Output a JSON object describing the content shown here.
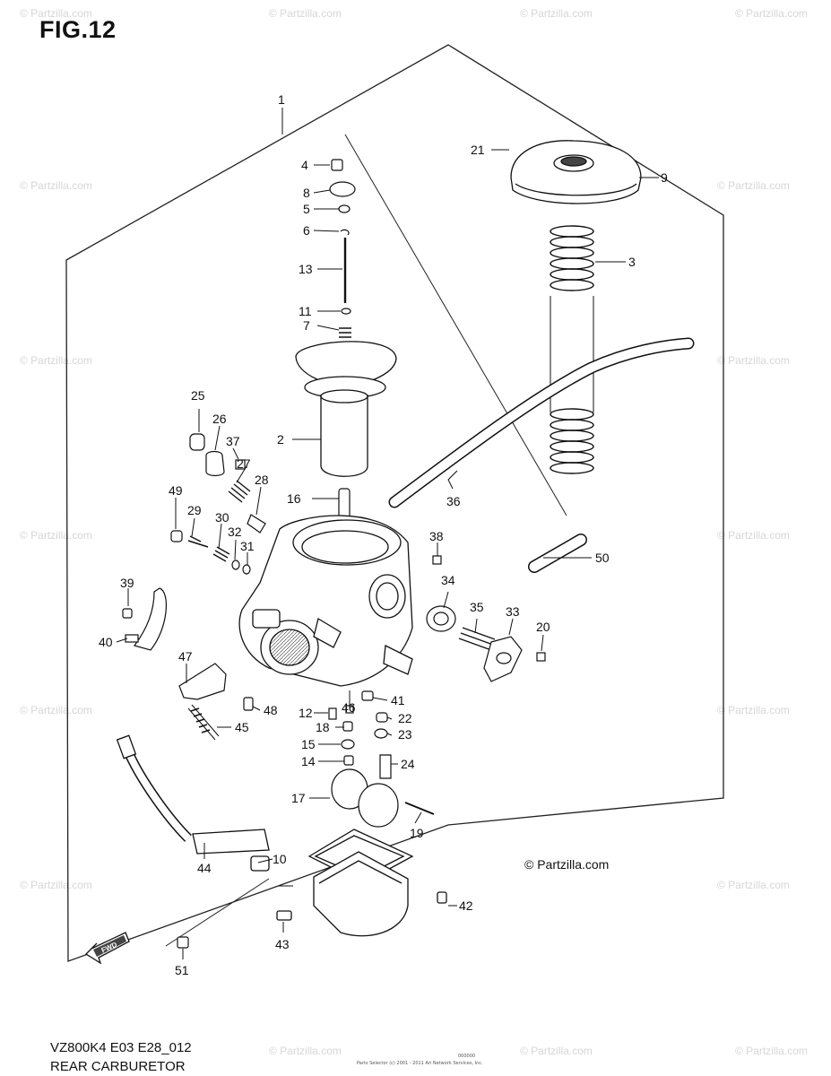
{
  "figure_title": "FIG.12",
  "footer": {
    "model_code": "VZ800K4 E03 E28_012",
    "section_name": "REAR CARBURETOR",
    "small_print_a": "Parts Selector (c) 2001 - 2011 Ari Network Services, Inc.",
    "small_print_b": "000000"
  },
  "copyright": "© Partzilla.com",
  "watermark": "© Partzilla.com",
  "fwd_label": "FWD",
  "callouts": [
    {
      "id": "1",
      "label": "1"
    },
    {
      "id": "2",
      "label": "2"
    },
    {
      "id": "3",
      "label": "3"
    },
    {
      "id": "4",
      "label": "4"
    },
    {
      "id": "5",
      "label": "5"
    },
    {
      "id": "6",
      "label": "6"
    },
    {
      "id": "7",
      "label": "7"
    },
    {
      "id": "8",
      "label": "8"
    },
    {
      "id": "9",
      "label": "9"
    },
    {
      "id": "10",
      "label": "10"
    },
    {
      "id": "11",
      "label": "11"
    },
    {
      "id": "12",
      "label": "12"
    },
    {
      "id": "13",
      "label": "13"
    },
    {
      "id": "14",
      "label": "14"
    },
    {
      "id": "15",
      "label": "15"
    },
    {
      "id": "16",
      "label": "16"
    },
    {
      "id": "17",
      "label": "17"
    },
    {
      "id": "18",
      "label": "18"
    },
    {
      "id": "19",
      "label": "19"
    },
    {
      "id": "20",
      "label": "20"
    },
    {
      "id": "21",
      "label": "21"
    },
    {
      "id": "22",
      "label": "22"
    },
    {
      "id": "23",
      "label": "23"
    },
    {
      "id": "24",
      "label": "24"
    },
    {
      "id": "25",
      "label": "25"
    },
    {
      "id": "26",
      "label": "26"
    },
    {
      "id": "27",
      "label": "27"
    },
    {
      "id": "28",
      "label": "28"
    },
    {
      "id": "29",
      "label": "29"
    },
    {
      "id": "30",
      "label": "30"
    },
    {
      "id": "31",
      "label": "31"
    },
    {
      "id": "32",
      "label": "32"
    },
    {
      "id": "33",
      "label": "33"
    },
    {
      "id": "34",
      "label": "34"
    },
    {
      "id": "35",
      "label": "35"
    },
    {
      "id": "36",
      "label": "36"
    },
    {
      "id": "37",
      "label": "37"
    },
    {
      "id": "38",
      "label": "38"
    },
    {
      "id": "39",
      "label": "39"
    },
    {
      "id": "40",
      "label": "40"
    },
    {
      "id": "41",
      "label": "41"
    },
    {
      "id": "42",
      "label": "42"
    },
    {
      "id": "43",
      "label": "43"
    },
    {
      "id": "44",
      "label": "44"
    },
    {
      "id": "45",
      "label": "45"
    },
    {
      "id": "46",
      "label": "46"
    },
    {
      "id": "47",
      "label": "47"
    },
    {
      "id": "48",
      "label": "48"
    },
    {
      "id": "49",
      "label": "49"
    },
    {
      "id": "50",
      "label": "50"
    },
    {
      "id": "51",
      "label": "51"
    }
  ]
}
